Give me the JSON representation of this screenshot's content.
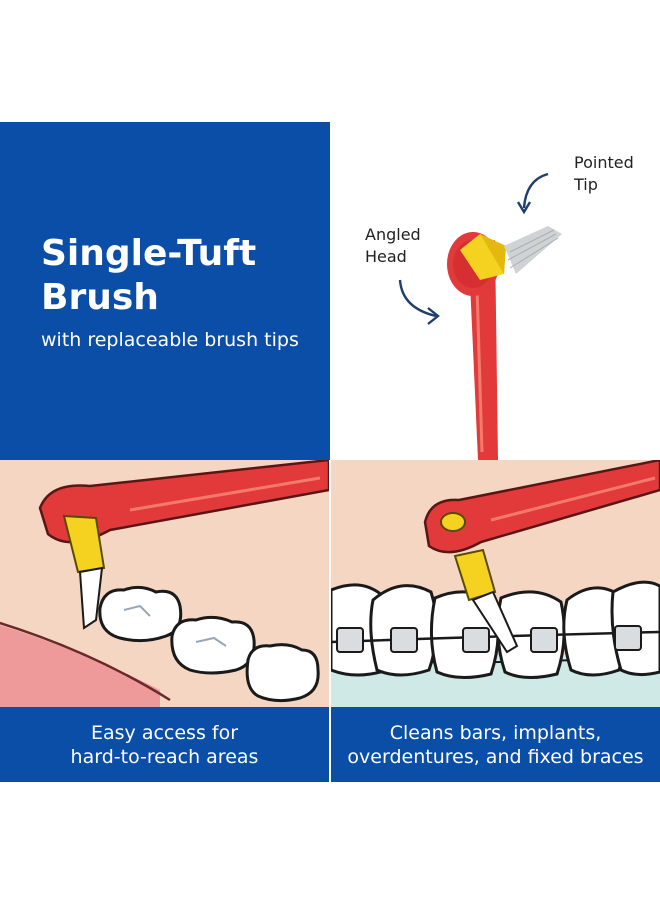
{
  "header": {
    "title_line1": "Single-Tuft",
    "title_line2": "Brush",
    "subtitle": "with replaceable brush tips"
  },
  "callouts": {
    "pointed_tip_line1": "Pointed",
    "pointed_tip_line2": "Tip",
    "angled_head_line1": "Angled",
    "angled_head_line2": "Head"
  },
  "captions": {
    "left_line1": "Easy access for",
    "left_line2": "hard-to-reach areas",
    "right_line1": "Cleans bars, implants,",
    "right_line2": "overdentures, and fixed braces"
  },
  "colors": {
    "brand_blue": "#0a4ea8",
    "brush_red": "#e23a3a",
    "tip_yellow": "#f4d21f",
    "skin": "#f5d6c3",
    "gum_pink": "#ee9a9a",
    "gum_mint": "#cfe9e6"
  }
}
